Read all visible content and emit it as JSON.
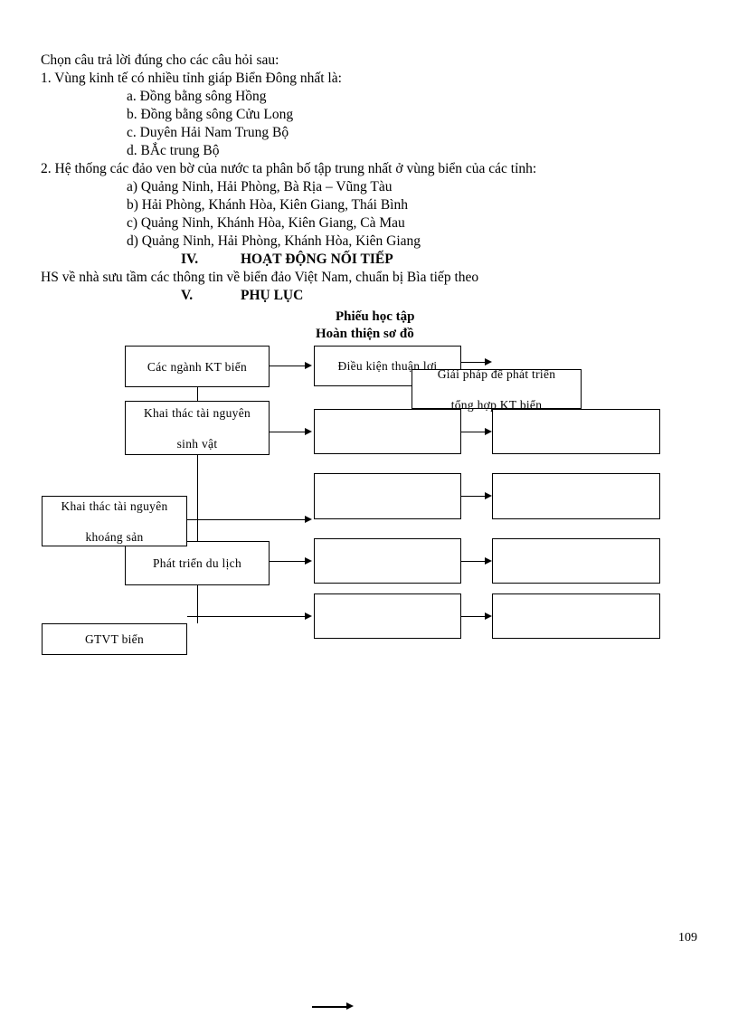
{
  "document": {
    "intro": "Chọn câu trả lời đúng cho các câu hỏi sau:",
    "questions": [
      {
        "number": "1.",
        "text": "1. Vùng kinh tế có nhiều tỉnh giáp Biển Đông nhất là:",
        "options": [
          "a. Đồng bằng sông Hồng",
          "b. Đồng bằng sông Cửu Long",
          "c. Duyên Hải Nam Trung Bộ",
          "d. BẮc trung Bộ"
        ]
      },
      {
        "number": "2.",
        "text": "2. Hệ thống các đảo ven bờ của nước ta phân bố tập trung nhất ở vùng biển của các tỉnh:",
        "options": [
          "a) Quảng Ninh, Hải Phòng, Bà Rịa – Vũng Tàu",
          "b) Hải Phòng, Khánh Hòa, Kiên Giang, Thái Bình",
          "c) Quảng Ninh, Khánh Hòa, Kiên Giang, Cà Mau",
          "d) Quảng Ninh, Hải Phòng, Khánh Hòa, Kiên Giang"
        ]
      }
    ],
    "sections": [
      {
        "numeral": "IV.",
        "title": "HOẠT ĐỘNG NỐI TIẾP"
      },
      {
        "numeral": "V.",
        "title": "PHỤ LỤC"
      }
    ],
    "homework": "HS về nhà sưu tầm các thông tin về biển đảo Việt Nam, chuẩn bị Bìa tiếp theo",
    "page_number": "109"
  },
  "diagram": {
    "title_line1": "Phiếu học tập",
    "title_line2": "Hoàn thiện sơ đồ",
    "boxes": {
      "cac_nganh": "Các ngành  KT biển",
      "khai_thac_sinh_vat_l1": "Khai thác tài nguyên",
      "khai_thac_sinh_vat_l2": "sinh  vật",
      "khai_thac_khoang_san_l1": "Khai thác tài nguyên",
      "khai_thac_khoang_san_l2": "khoáng sản",
      "phat_trien_du_lich": "Phát triển  du lịch",
      "gtvt_bien": "GTVT biển",
      "dieu_kien": "Điều kiện thuận lợi",
      "giai_phap_l1": "Giải  pháp để phát triển",
      "giai_phap_l2": "tổng  hợp KT biển",
      "blank": ""
    }
  }
}
